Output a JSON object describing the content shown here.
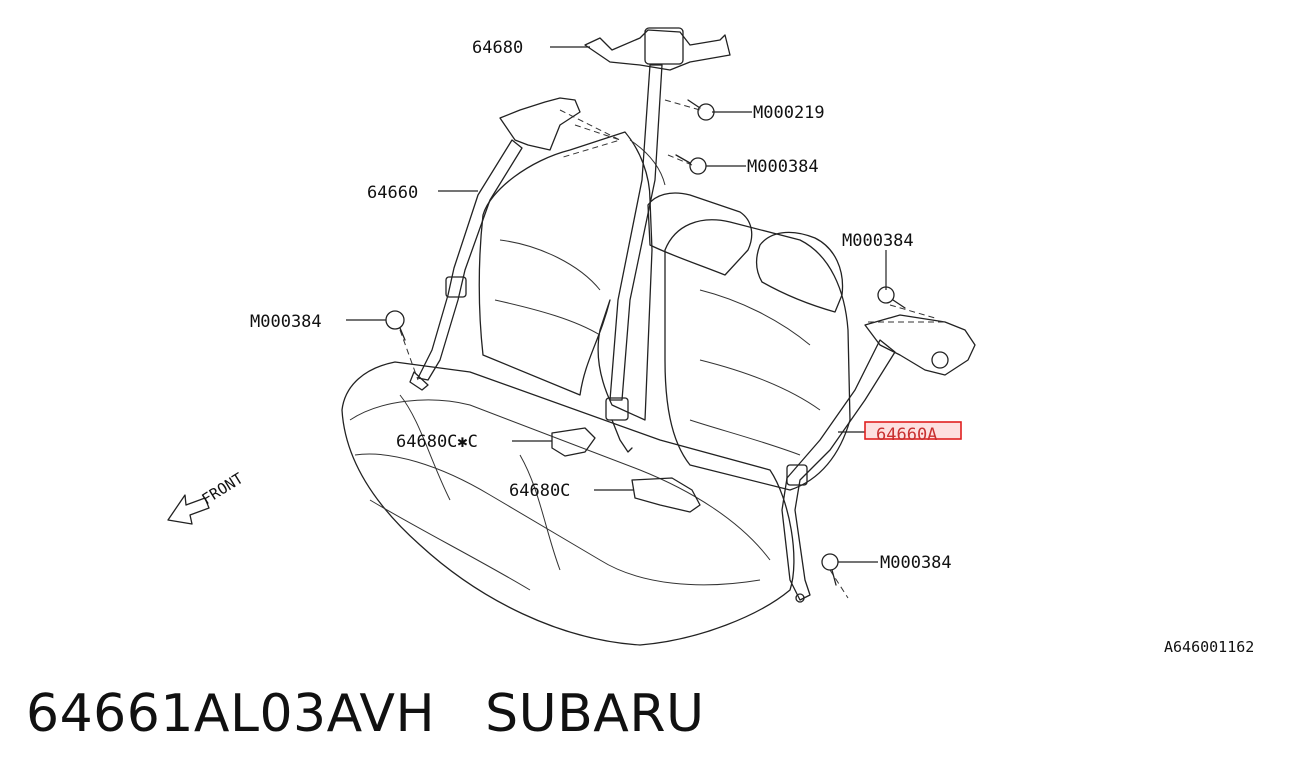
{
  "diagram": {
    "labels": {
      "p64680": "64680",
      "m000219": "M000219",
      "m000384_top": "M000384",
      "m000384_right": "M000384",
      "p64660": "64660",
      "m000384_left": "M000384",
      "p64680c_star": "64680C✱C",
      "p64680c": "64680C",
      "p64660a": "64660A",
      "m000384_bottom": "M000384",
      "front": "FRONT"
    },
    "reference_code": "A646001162"
  },
  "caption": {
    "part_number": "64661AL03AVH",
    "brand": "SUBARU"
  },
  "colors": {
    "highlight_border": "#e02020",
    "highlight_fill": "#fde0e0"
  }
}
